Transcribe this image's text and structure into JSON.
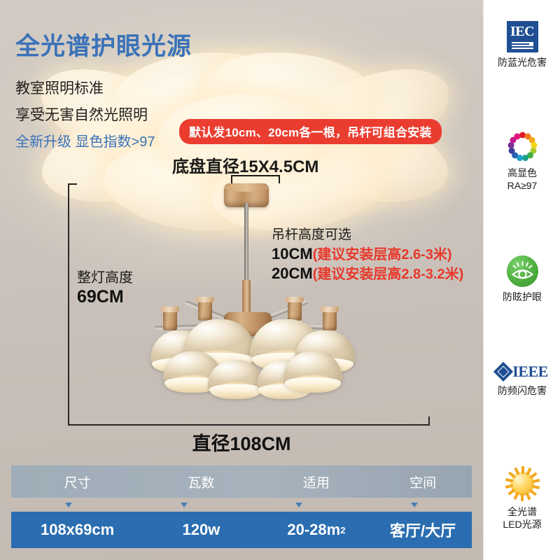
{
  "header": {
    "title": "全光谱护眼光源",
    "sub1": "教室照明标准",
    "sub2": "享受无害自然光照明",
    "sub3": "全新升级 显色指数>97",
    "title_color": "#3a72b8"
  },
  "callouts": {
    "pill": "默认发10cm、20cm各一根，吊杆可组合安装",
    "pill_bg": "#ea3d30",
    "base_diameter": "底盘直径15X4.5CM",
    "pole_label": "吊杆高度可选",
    "pole_10_size": "10CM",
    "pole_10_note": "(建议安装层高2.6-3米)",
    "pole_20_size": "20CM",
    "pole_20_note": "(建议安装层高2.8-3.2米)",
    "note_color": "#e8372b",
    "height_label": "整灯高度",
    "height_value": "69CM",
    "diameter_text": "直径108CM"
  },
  "sidebar": {
    "badges": [
      {
        "icon": "iec-logo-icon",
        "logo_text": "IEC",
        "caption": "防蓝光危害"
      },
      {
        "icon": "color-wheel-icon",
        "caption_line1": "高显色",
        "caption_line2": "RA≥97"
      },
      {
        "icon": "eye-protection-icon",
        "caption": "防眩护眼"
      },
      {
        "icon": "ieee-logo-icon",
        "logo_text": "IEEE",
        "caption": "防频闪危害"
      },
      {
        "icon": "sun-icon",
        "caption_line1": "全光谱",
        "caption_line2": "LED光源"
      }
    ],
    "wheel_colors": [
      "#e01b24",
      "#ee7a1b",
      "#f2a81d",
      "#f4d414",
      "#a9ca2b",
      "#3fae45",
      "#17a08a",
      "#1da0c8",
      "#2a63b5",
      "#3c3f9e",
      "#7e2f95",
      "#c4198c",
      "#e0177a"
    ]
  },
  "spec_table": {
    "headers": [
      "尺寸",
      "瓦数",
      "适用",
      "空间"
    ],
    "values": [
      "108x69cm",
      "120w",
      "20-28m",
      "客厅/大厅"
    ],
    "superscript": "2",
    "header_bg": "#9fadb8",
    "row_bg": "#2a6db0"
  }
}
